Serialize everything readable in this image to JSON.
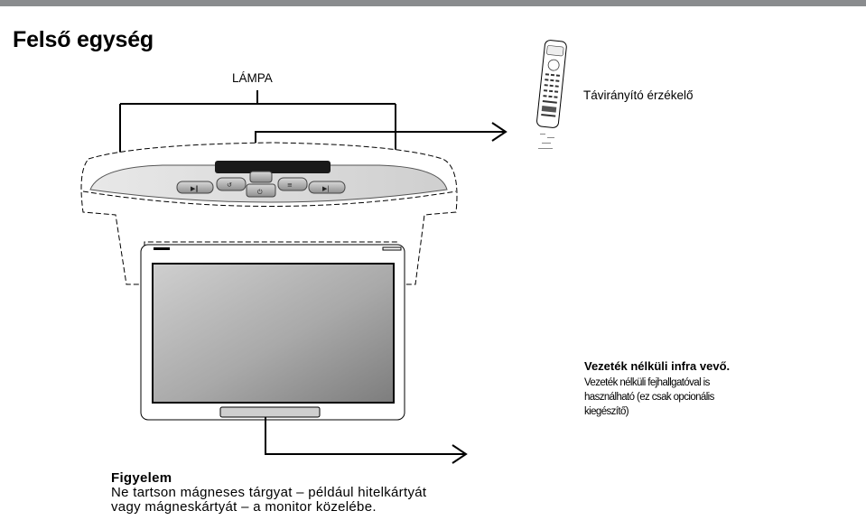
{
  "page": {
    "title": "Felső egység"
  },
  "labels": {
    "lamp": "LÁMPA",
    "remote_sensor": "Távirányító érzékelő",
    "infrared_receiver_title": "Vezeték nélküli infra vevő.",
    "infrared_receiver_note": "Vezeték nélküli fejhallgatóval is használható (ez csak opcionális kiegészítő)"
  },
  "warning": {
    "heading": "Figyelem",
    "line1": "Ne tartson mágneses tárgyat – például hitelkártyát",
    "line2": "vagy mágneskártyát – a monitor közelébe."
  },
  "icons": [
    "play-pause-icon",
    "back-icon",
    "power-icon",
    "lamp-icon",
    "menu-icon",
    "next-icon"
  ],
  "colors": {
    "topbar": "#8a8c8e",
    "line": "#000000"
  }
}
